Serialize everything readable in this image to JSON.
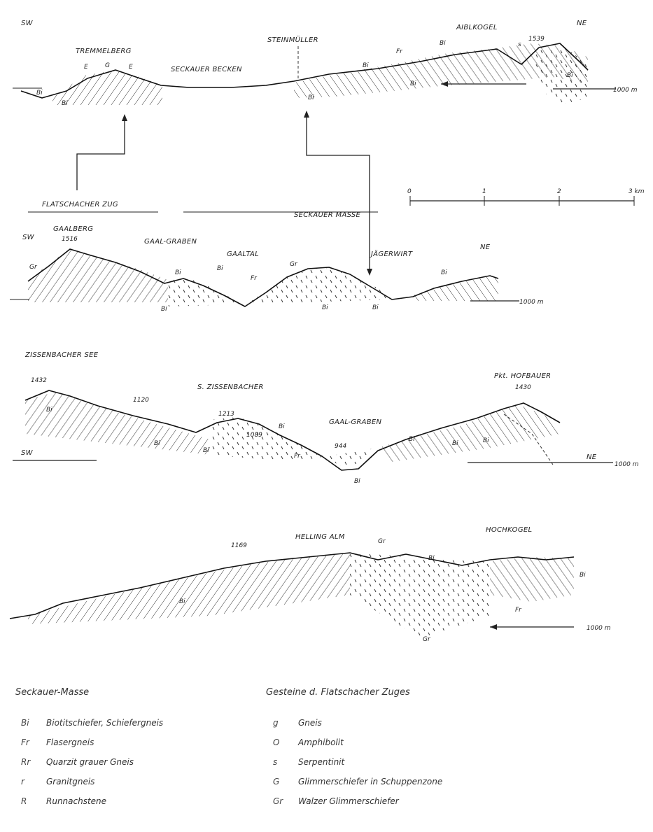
{
  "profile1": {
    "sw": "SW",
    "ne": "NE",
    "peak_left": "TREMMELBERG",
    "basin": "SECKAUER BECKEN",
    "mid": "STEINMÜLLER",
    "peak_right": "AIBLKOGEL",
    "height_right": "1539",
    "elev_ref": "1000 m",
    "rocks": [
      "Bi",
      "Bi",
      "Bi",
      "Bi",
      "Fr",
      "Bi",
      "Bi",
      "Bi",
      "E",
      "G",
      "E",
      "s"
    ]
  },
  "scale": {
    "ticks": [
      "0",
      "1",
      "2",
      "3 km"
    ]
  },
  "profile2": {
    "sw": "SW",
    "ne": "NE",
    "zug_label": "FLATSCHACHER ZUG",
    "masse_label": "SECKAUER MASSE",
    "peak": "GAALBERG",
    "peak_height": "1516",
    "graben": "GAAL-GRABEN",
    "gaaltal": "GAALTAL",
    "jager": "JÄGERWIRT",
    "elev_ref": "1000 m",
    "rocks": [
      "Gr",
      "Bi",
      "Bi",
      "Gr",
      "Fr",
      "Bi",
      "Bi",
      "Bi",
      "Bi"
    ]
  },
  "profile3": {
    "sw": "SW",
    "ne": "NE",
    "peak_left": "ZISSENBACHER SEE",
    "peak_left_h": "1432",
    "h1": "1120",
    "valley": "S. ZISSENBACHER",
    "h2": "1213",
    "h3": "1089",
    "graben": "GAAL-GRABEN",
    "h4": "944",
    "peak_right": "Pkt. HOFBAUER",
    "peak_right_h": "1430",
    "elev_ref": "1000 m",
    "rocks": [
      "Bi",
      "Bi",
      "Bi",
      "Fr",
      "Bi",
      "Bi",
      "Bi",
      "Bi",
      "Bi"
    ]
  },
  "profile4": {
    "h_left": "1169",
    "alm": "HELLING ALM",
    "peak": "HOCHKOGEL",
    "elev_ref": "1000 m",
    "rocks": [
      "Gr",
      "Bi",
      "Bi",
      "Fr",
      "Bi",
      "Gr"
    ]
  },
  "legend": {
    "left_title": "Seckauer-Masse",
    "left_items": [
      {
        "sym": "Bi",
        "text": "Biotitschiefer, Schiefergneis"
      },
      {
        "sym": "Fr",
        "text": "Flasergneis"
      },
      {
        "sym": "Rr",
        "text": "Quarzit grauer Gneis"
      },
      {
        "sym": "r",
        "text": "Granitgneis"
      },
      {
        "sym": "R",
        "text": "Runnachstene"
      }
    ],
    "right_title": "Gesteine d. Flatschacher Zuges",
    "right_items": [
      {
        "sym": "g",
        "text": "Gneis"
      },
      {
        "sym": "O",
        "text": "Amphibolit"
      },
      {
        "sym": "s",
        "text": "Serpentinit"
      },
      {
        "sym": "G",
        "text": "Glimmerschiefer in Schuppenzone"
      },
      {
        "sym": "Gr",
        "text": "Walzer Glimmerschiefer"
      }
    ]
  }
}
